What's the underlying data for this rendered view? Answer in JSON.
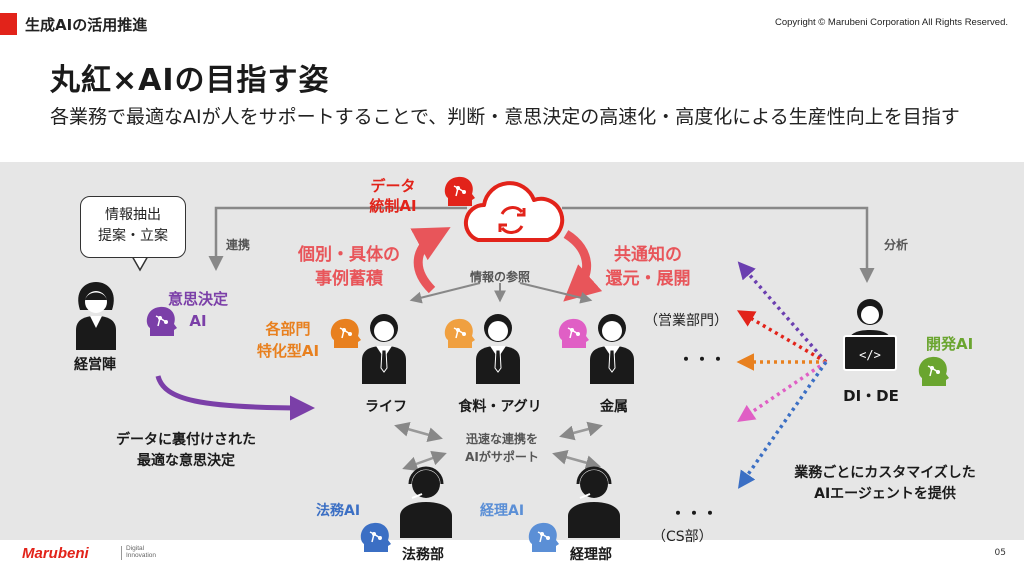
{
  "header": {
    "section_tag": "生成AIの活用推進",
    "copyright": "Copyright © Marubeni Corporation All Rights Reserved.",
    "title": "丸紅×AIの目指す姿",
    "subtitle": "各業務で最適なAIが人をサポートすることで、判断・意思決定の高速化・高度化による生産性向上を目指す"
  },
  "diagram": {
    "data_ai_label": "データ\n統制AI",
    "bubble_text": "情報抽出\n提案・立案",
    "link_label": "連携",
    "analysis_label": "分析",
    "accumulate_label": "個別・具体の\n事例蓄積",
    "share_label": "共通知の\n還元・展開",
    "reference_label": "情報の参照",
    "decision_ai_label": "意思決定\nAI",
    "management_label": "経営陣",
    "dept_ai_label": "各部門\n特化型AI",
    "sales_dept_label": "（営業部門）",
    "ellipsis": "・・・",
    "life_label": "ライフ",
    "food_label": "食料・アグリ",
    "metals_label": "金属",
    "dide_label": "DI・DE",
    "dev_ai_label": "開発AI",
    "data_decision_label": "データに裏付けされた\n最適な意思決定",
    "collab_label": "迅速な連携を\nAIがサポート",
    "custom_label": "業務ごとにカスタマイズした\nAIエージェントを提供",
    "legal_ai_label": "法務AI",
    "accounting_ai_label": "経理AI",
    "legal_dept_label": "法務部",
    "accounting_dept_label": "経理部",
    "cs_label": "（CS部）",
    "colors": {
      "brand_red": "#e2231a",
      "salmon": "#e8555a",
      "purple": "#7b3fa8",
      "orange": "#e8801f",
      "pink": "#e05fc5",
      "green": "#6aa52f",
      "blue": "#3b6fc4",
      "light_blue": "#5b8fd6"
    }
  },
  "footer": {
    "logo": "Marubeni",
    "logo_sub": "Digital\nInnovation",
    "page_number": "05"
  }
}
